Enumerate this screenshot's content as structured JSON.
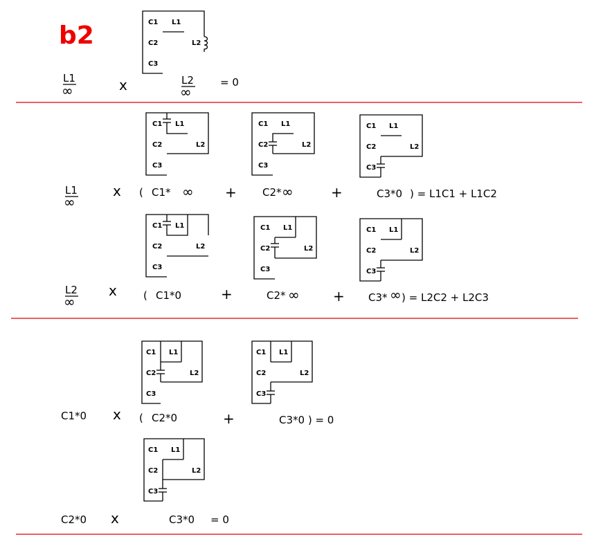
{
  "title": "b2",
  "colors": {
    "title": "#ee0000",
    "separator": "#e00000",
    "ink": "#000000"
  },
  "glyphs": {
    "inf": "∞",
    "times": "x",
    "plus": "+"
  },
  "section1": {
    "frac1": "L1",
    "frac2": "L2",
    "result": "= 0",
    "labels": [
      "C1",
      "L1",
      "C2",
      "L2",
      "C3"
    ]
  },
  "section2": {
    "row1": {
      "frac": "L1",
      "t1": "C1*",
      "t2": "C2*",
      "t3": "C3*0",
      "result": ") =  L1C1 + L1C2",
      "open": "("
    },
    "row2": {
      "frac": "L2",
      "t1": "C1*0",
      "t2": "C2*",
      "t3": "C3*",
      "result": ")  =  L2C2 + L2C3",
      "open": "("
    },
    "labels": [
      "C1",
      "L1",
      "C2",
      "L2",
      "C3"
    ]
  },
  "section3": {
    "row1": {
      "lhs": "C1*0",
      "t1": "C2*0",
      "t2": "C3*0 )  =  0",
      "open": "("
    },
    "row2": {
      "lhs": "C2*0",
      "t1": "C3*0",
      "result": "=  0"
    },
    "labels": [
      "C1",
      "L1",
      "C2",
      "L2",
      "C3"
    ]
  }
}
